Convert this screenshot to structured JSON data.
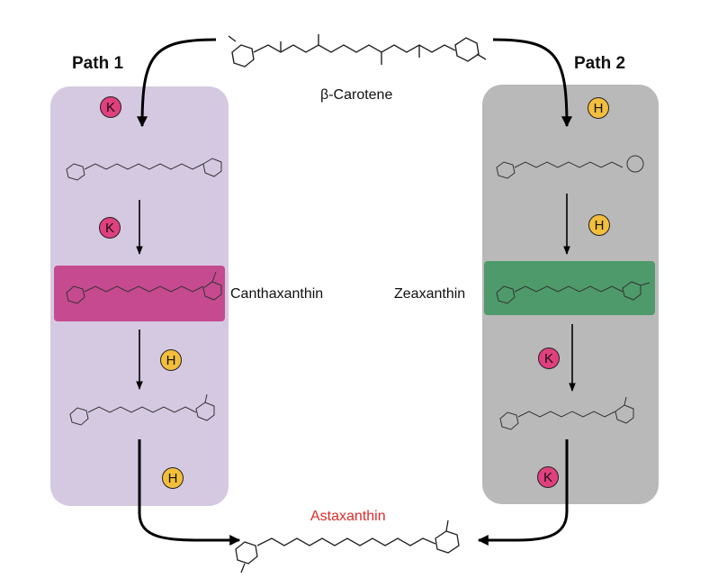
{
  "colors": {
    "panel_left": "#d5c9e2",
    "panel_right": "#b9b9b9",
    "highlight_canthaxanthin": "#c64a8f",
    "highlight_zeaxanthin": "#4e9a6a",
    "enzyme_k": "#e0407e",
    "enzyme_h": "#f2be3c",
    "product_text": "#d92b2b"
  },
  "paths": {
    "left": {
      "title": "Path 1"
    },
    "right": {
      "title": "Path 2"
    }
  },
  "compounds": {
    "start": "β-Carotene",
    "left_mid": "Canthaxanthin",
    "right_mid": "Zeaxanthin",
    "product": "Astaxanthin"
  },
  "enzymes": {
    "k": "K",
    "h": "H"
  }
}
